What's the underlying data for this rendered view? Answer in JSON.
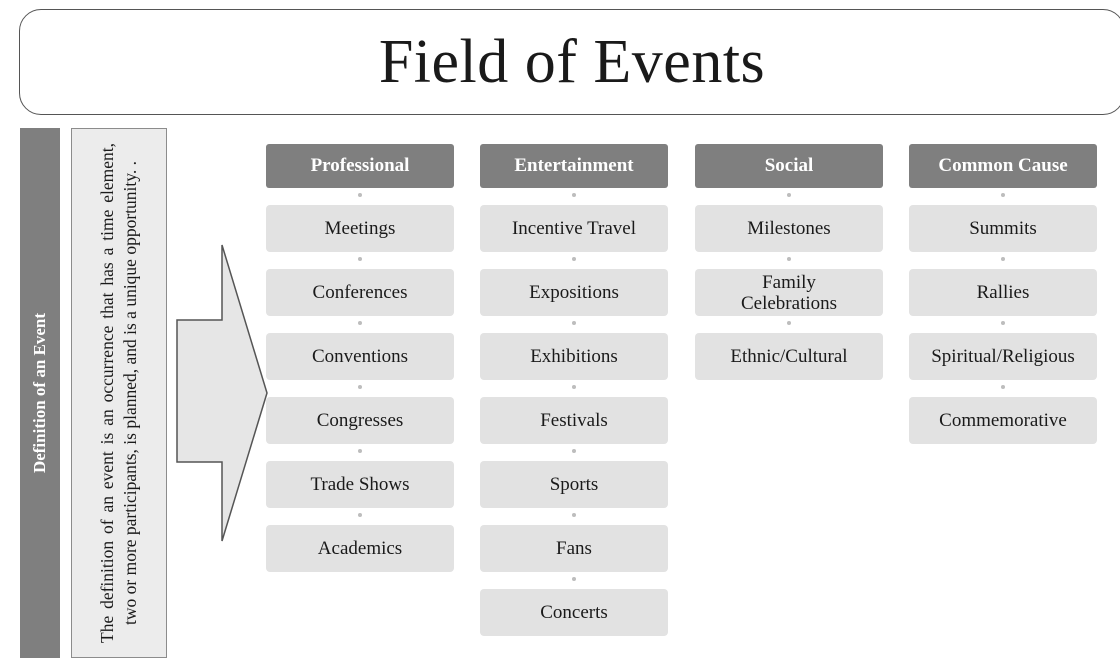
{
  "title": "Field of Events",
  "definition": {
    "label": "Definition of an Event",
    "text": "The definition of an event is an occurrence that has a time element, two or more participants, is planned, and is a unique opportunity. ."
  },
  "categories": [
    {
      "header": "Professional",
      "items": [
        "Meetings",
        "Conferences",
        "Conventions",
        "Congresses",
        "Trade Shows",
        "Academics"
      ]
    },
    {
      "header": "Entertainment",
      "items": [
        "Incentive Travel",
        "Expositions",
        "Exhibitions",
        "Festivals",
        "Sports",
        "Fans",
        "Concerts"
      ]
    },
    {
      "header": "Social",
      "items": [
        "Milestones",
        "Family Celebrations",
        "Ethnic/Cultural"
      ]
    },
    {
      "header": "Common Cause",
      "items": [
        "Summits",
        "Rallies",
        "Spiritual/Religious",
        "Commemorative"
      ]
    }
  ],
  "colors": {
    "header": "#7f7f7f",
    "item": "#e2e2e2",
    "arrow_fill": "#e6e6e6"
  },
  "icons": {
    "arrow": "right-arrow-icon"
  }
}
